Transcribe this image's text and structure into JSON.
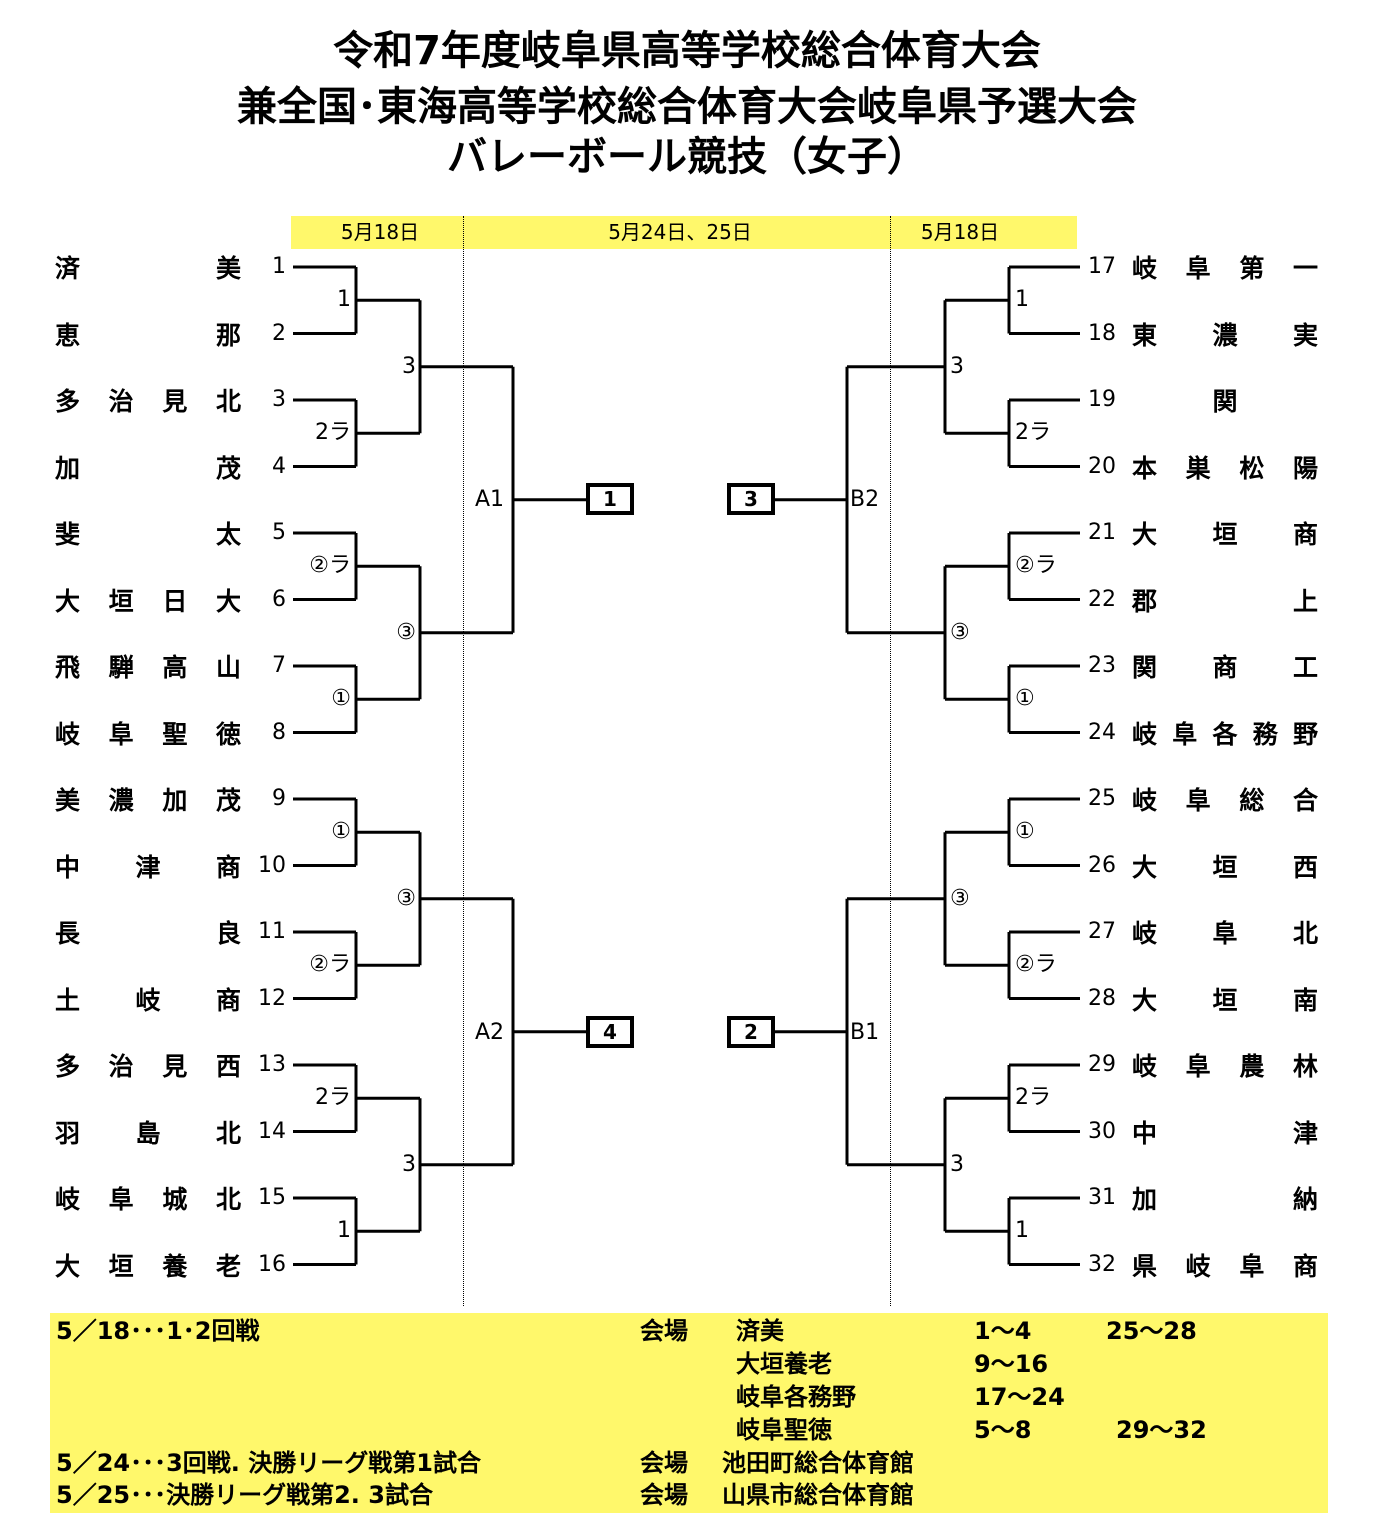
{
  "title": {
    "line1": "令和7年度岐阜県高等学校総合体育大会",
    "line2": "兼全国･東海高等学校総合体育大会岐阜県予選大会",
    "line3": "バレーボール競技（女子）"
  },
  "dates": {
    "left": "5月18日",
    "center": "5月24日、25日",
    "right": "5月18日"
  },
  "left_teams": [
    {
      "name": "済美",
      "num": "1"
    },
    {
      "name": "恵那",
      "num": "2"
    },
    {
      "name": "多治見北",
      "num": "3"
    },
    {
      "name": "加茂",
      "num": "4"
    },
    {
      "name": "斐太",
      "num": "5"
    },
    {
      "name": "大垣日大",
      "num": "6"
    },
    {
      "name": "飛騨高山",
      "num": "7"
    },
    {
      "name": "岐阜聖徳",
      "num": "8"
    },
    {
      "name": "美濃加茂",
      "num": "9"
    },
    {
      "name": "中津商",
      "num": "10"
    },
    {
      "name": "長良",
      "num": "11"
    },
    {
      "name": "土岐商",
      "num": "12"
    },
    {
      "name": "多治見西",
      "num": "13"
    },
    {
      "name": "羽島北",
      "num": "14"
    },
    {
      "name": "岐阜城北",
      "num": "15"
    },
    {
      "name": "大垣養老",
      "num": "16"
    }
  ],
  "right_teams": [
    {
      "name": "岐阜第一",
      "num": "17"
    },
    {
      "name": "東濃実",
      "num": "18"
    },
    {
      "name": "関",
      "num": "19"
    },
    {
      "name": "本巣松陽",
      "num": "20"
    },
    {
      "name": "大垣商",
      "num": "21"
    },
    {
      "name": "郡上",
      "num": "22"
    },
    {
      "name": "関商工",
      "num": "23"
    },
    {
      "name": "岐阜各務野",
      "num": "24"
    },
    {
      "name": "岐阜総合",
      "num": "25"
    },
    {
      "name": "大垣西",
      "num": "26"
    },
    {
      "name": "岐阜北",
      "num": "27"
    },
    {
      "name": "大垣南",
      "num": "28"
    },
    {
      "name": "岐阜農林",
      "num": "29"
    },
    {
      "name": "中津",
      "num": "30"
    },
    {
      "name": "加納",
      "num": "31"
    },
    {
      "name": "県岐阜商",
      "num": "32"
    }
  ],
  "left_r1": [
    "1",
    "2ラ",
    "②ラ",
    "①",
    "①",
    "②ラ",
    "2ラ",
    "1"
  ],
  "left_r2": [
    "3",
    "③",
    "③",
    "3"
  ],
  "right_r1": [
    "1",
    "2ラ",
    "②ラ",
    "①",
    "①",
    "②ラ",
    "2ラ",
    "1"
  ],
  "right_r2": [
    "3",
    "③",
    "③",
    "3"
  ],
  "block_labels": {
    "a1": "A1",
    "a2": "A2",
    "b2": "B2",
    "b1": "B1"
  },
  "finals": {
    "a1": "1",
    "a2": "4",
    "b2": "3",
    "b1": "2"
  },
  "footer": {
    "d1": "5／18･･･1･2回戦",
    "venue_label_1": "会場",
    "v1_name": "済美",
    "v1_r1": "1～4",
    "v1_r2": "25～28",
    "v2_name": "大垣養老",
    "v2_r1": "9～16",
    "v3_name": "岐阜各務野",
    "v3_r1": "17～24",
    "v4_name": "岐阜聖徳",
    "v4_r1": "5～8",
    "v4_r2": "29～32",
    "d2": "5／24･･･3回戦. 決勝リーグ戦第1試合",
    "venue_label_2": "会場",
    "v5": "池田町総合体育館",
    "d3": "5／25･･･決勝リーグ戦第2. 3試合",
    "venue_label_3": "会場",
    "v6": "山県市総合体育館"
  }
}
